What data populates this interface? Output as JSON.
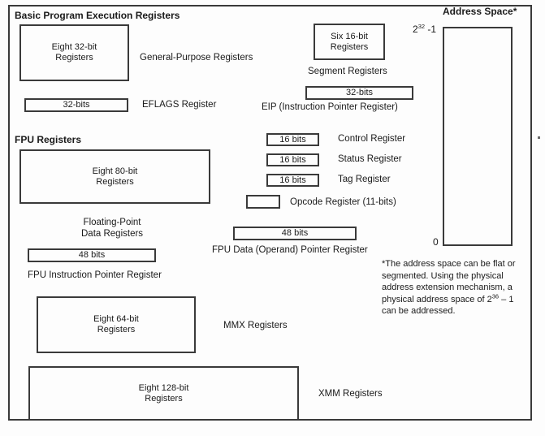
{
  "diagram": {
    "title": "Basic Program Execution Registers",
    "sections": {
      "basic": {
        "heading": "Basic Program Execution Registers",
        "gp_box": "Eight 32-bit\nRegisters",
        "gp_label": "General-Purpose Registers",
        "eflags_box": "32-bits",
        "eflags_label": "EFLAGS Register",
        "segment_box": "Six 16-bit\nRegisters",
        "segment_label": "Segment Registers",
        "eip_box": "32-bits",
        "eip_label": "EIP (Instruction Pointer Register)"
      },
      "fpu": {
        "heading": "FPU Registers",
        "data_box": "Eight 80-bit\nRegisters",
        "data_label": "Floating-Point\nData Registers",
        "control_box": "16 bits",
        "control_label": "Control Register",
        "status_box": "16 bits",
        "status_label": "Status Register",
        "tag_box": "16 bits",
        "tag_label": "Tag Register",
        "opcode_box": "",
        "opcode_label": "Opcode Register (11-bits)",
        "data_ptr_box": "48 bits",
        "data_ptr_label": "FPU Data (Operand) Pointer Register",
        "instr_ptr_box": "48 bits",
        "instr_ptr_label": "FPU Instruction Pointer Register"
      },
      "mmx": {
        "box": "Eight 64-bit\nRegisters",
        "label": "MMX Registers"
      },
      "xmm": {
        "box": "Eight 128-bit\nRegisters",
        "label": "XMM Registers"
      },
      "address_space": {
        "heading": "Address Space*",
        "top_label_base": "2",
        "top_label_exp": "32",
        "top_label_suffix": " -1",
        "bottom_label": "0",
        "footnote_part1": "*The address space can be flat or segmented. Using the physical address extension mechanism, a physical address space of 2",
        "footnote_exp": "36",
        "footnote_part2": " – 1 can be addressed."
      }
    },
    "colors": {
      "border": "#3a3a3a",
      "background": "#fdfdfd",
      "text": "#1a1a1a"
    }
  }
}
